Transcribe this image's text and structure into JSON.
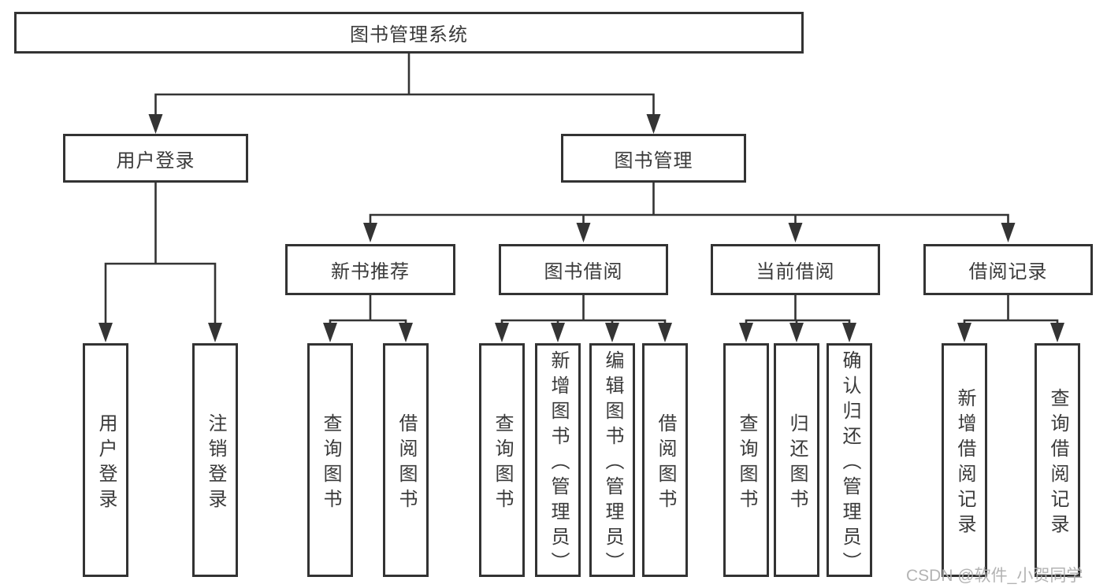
{
  "diagram": {
    "root": "图书管理系统",
    "level2": {
      "user_login": "用户登录",
      "book_management": "图书管理"
    },
    "level3": {
      "new_book_recommend": "新书推荐",
      "book_borrow": "图书借阅",
      "current_borrow": "当前借阅",
      "borrow_records": "借阅记录"
    },
    "leaves": {
      "user_login": "用户登录",
      "logout": "注销登录",
      "recommend_query_books": "查询图书",
      "recommend_borrow_books": "借阅图书",
      "borrow_query_books": "查询图书",
      "borrow_add_books_admin": "新增图书（管理员）",
      "borrow_edit_books_admin": "编辑图书（管理员）",
      "borrow_borrow_books": "借阅图书",
      "current_query_books": "查询图书",
      "current_return_books": "归还图书",
      "current_confirm_return_admin": "确认归还（管理员）",
      "records_add_record": "新增借阅记录",
      "records_query_record": "查询借阅记录"
    }
  },
  "watermark": "CSDN @软件_小贺同学",
  "colors": {
    "line": "#343434",
    "box_border": "#333333",
    "text": "#3a3a3a",
    "background": "#ffffff",
    "watermark": "#afafaf"
  }
}
